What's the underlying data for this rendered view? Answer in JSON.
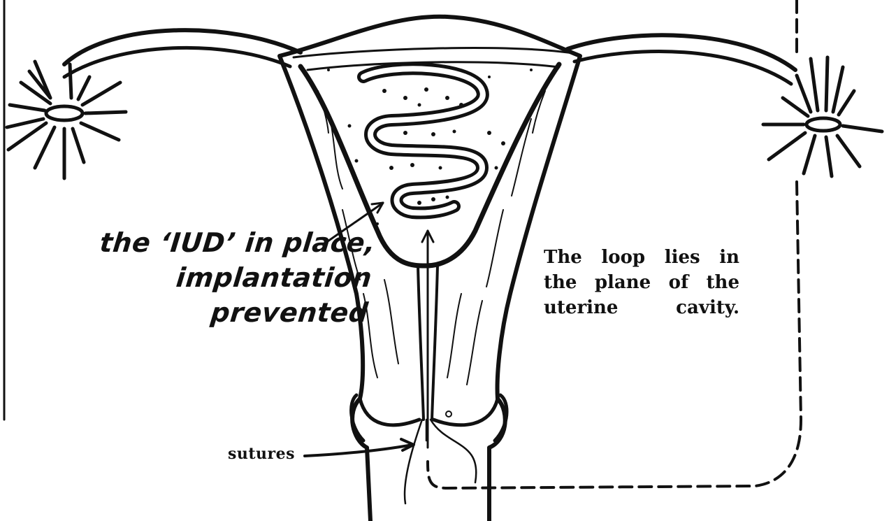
{
  "labels": {
    "iud_line1": "the ‘IUD’ in place,",
    "iud_line2": "implantation prevented",
    "loop_line1": "The loop lies in",
    "loop_line2": "the plane of the",
    "loop_line3": "uterine cavity.",
    "sutures": "sutures"
  },
  "colors": {
    "ink": "#111111",
    "background": "#ffffff"
  }
}
